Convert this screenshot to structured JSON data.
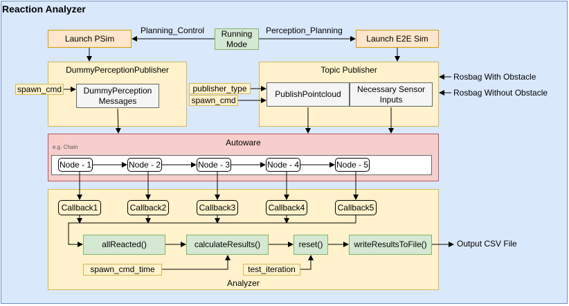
{
  "title": "Reaction Analyzer",
  "top": {
    "launch_psim": "Launch PSim",
    "launch_e2e": "Launch E2E Sim",
    "running_mode": "Running Mode",
    "planning_control": "Planning_Control",
    "perception_planning": "Perception_Planning"
  },
  "dummy_perception": {
    "header": "DummyPerceptionPublisher",
    "messages": "DummyPerception Messages",
    "spawn_cmd": "spawn_cmd"
  },
  "topic_publisher": {
    "header": "Topic Publisher",
    "publish_pointcloud": "PublishPointcloud",
    "necessary_sensor_inputs": "Necessary Sensor Inputs",
    "publisher_type": "publisher_type",
    "spawn_cmd": "spawn_cmd",
    "rosbag_with_obstacle": "Rosbag With Obstacle",
    "rosbag_without_obstacle": "Rosbag Without Obstacle"
  },
  "autoware": {
    "title": "Autoware",
    "chain_note": "e.g. Chain",
    "nodes": [
      "Node - 1",
      "Node - 2",
      "Node - 3",
      "Node - 4",
      "Node - 5"
    ]
  },
  "analyzer": {
    "label": "Analyzer",
    "callbacks": [
      "Callback1",
      "Callback2",
      "Callback3",
      "Callback4",
      "Callback5"
    ],
    "all_reacted": "allReacted()",
    "calculate_results": "calculateResults()",
    "reset": "reset()",
    "write_results": "writeResultsToFile()",
    "spawn_cmd_time": "spawn_cmd_time",
    "test_iteration": "test_iteration",
    "output_csv": "Output CSV File"
  },
  "colors": {
    "background": "#dae8fc",
    "orange_fill": "#ffe6cc",
    "green_fill": "#d5e8d4",
    "yellow_fill": "#fff2cc",
    "red_fill": "#f8cecc",
    "gray_fill": "#f5f5f5"
  }
}
